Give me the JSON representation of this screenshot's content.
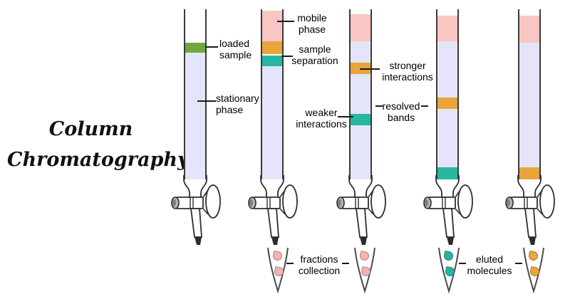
{
  "title": {
    "line1": "Column",
    "line2": "Chromatography"
  },
  "labels": {
    "loaded_sample": "loaded\nsample",
    "stationary_phase": "stationary\nphase",
    "mobile_phase": "mobile\nphase",
    "sample_separation": "sample\nseparation",
    "stronger_interactions": "stronger\ninteractions",
    "weaker_interactions": "weaker\ninteractions",
    "resolved_bands": "resolved\nbands",
    "fractions_collection": "fractions\ncollection",
    "eluted_molecules": "eluted\nmolecules"
  },
  "colors": {
    "glass_wall": "#3a3a3a",
    "mobile_phase_pink": "#f9c6c3",
    "stationary_phase_lavender": "#e4e5f8",
    "loaded_sample_green": "#6fa93e",
    "band_orange": "#e7a53c",
    "band_teal": "#27b6a1",
    "droplet_pink": "#f2b3b1",
    "droplet_teal": "#29b3a0",
    "droplet_orange": "#eaa73c"
  },
  "columns": [
    {
      "name": "column-1",
      "bands_top_to_bottom": [
        "loaded_sample_green",
        "stationary_phase_lavender"
      ]
    },
    {
      "name": "column-2",
      "bands_top_to_bottom": [
        "mobile_phase_pink",
        "band_orange",
        "band_teal",
        "stationary_phase_lavender"
      ]
    },
    {
      "name": "column-3",
      "bands_top_to_bottom": [
        "mobile_phase_pink",
        "stationary_phase_lavender",
        "band_orange",
        "stationary_phase_lavender",
        "band_teal",
        "stationary_phase_lavender"
      ]
    },
    {
      "name": "column-4",
      "bands_top_to_bottom": [
        "mobile_phase_pink",
        "stationary_phase_lavender",
        "band_orange",
        "stationary_phase_lavender",
        "band_teal"
      ]
    },
    {
      "name": "column-5",
      "bands_top_to_bottom": [
        "mobile_phase_pink",
        "stationary_phase_lavender",
        "band_orange"
      ]
    }
  ],
  "tubes": [
    {
      "name": "tube-1",
      "droplet_color": "droplet_pink",
      "droplet_count": 2
    },
    {
      "name": "tube-2",
      "droplet_color": "droplet_pink",
      "droplet_count": 2
    },
    {
      "name": "tube-3",
      "droplet_color": "droplet_teal",
      "droplet_count": 2
    },
    {
      "name": "tube-4",
      "droplet_color": "droplet_orange",
      "droplet_count": 2
    }
  ]
}
